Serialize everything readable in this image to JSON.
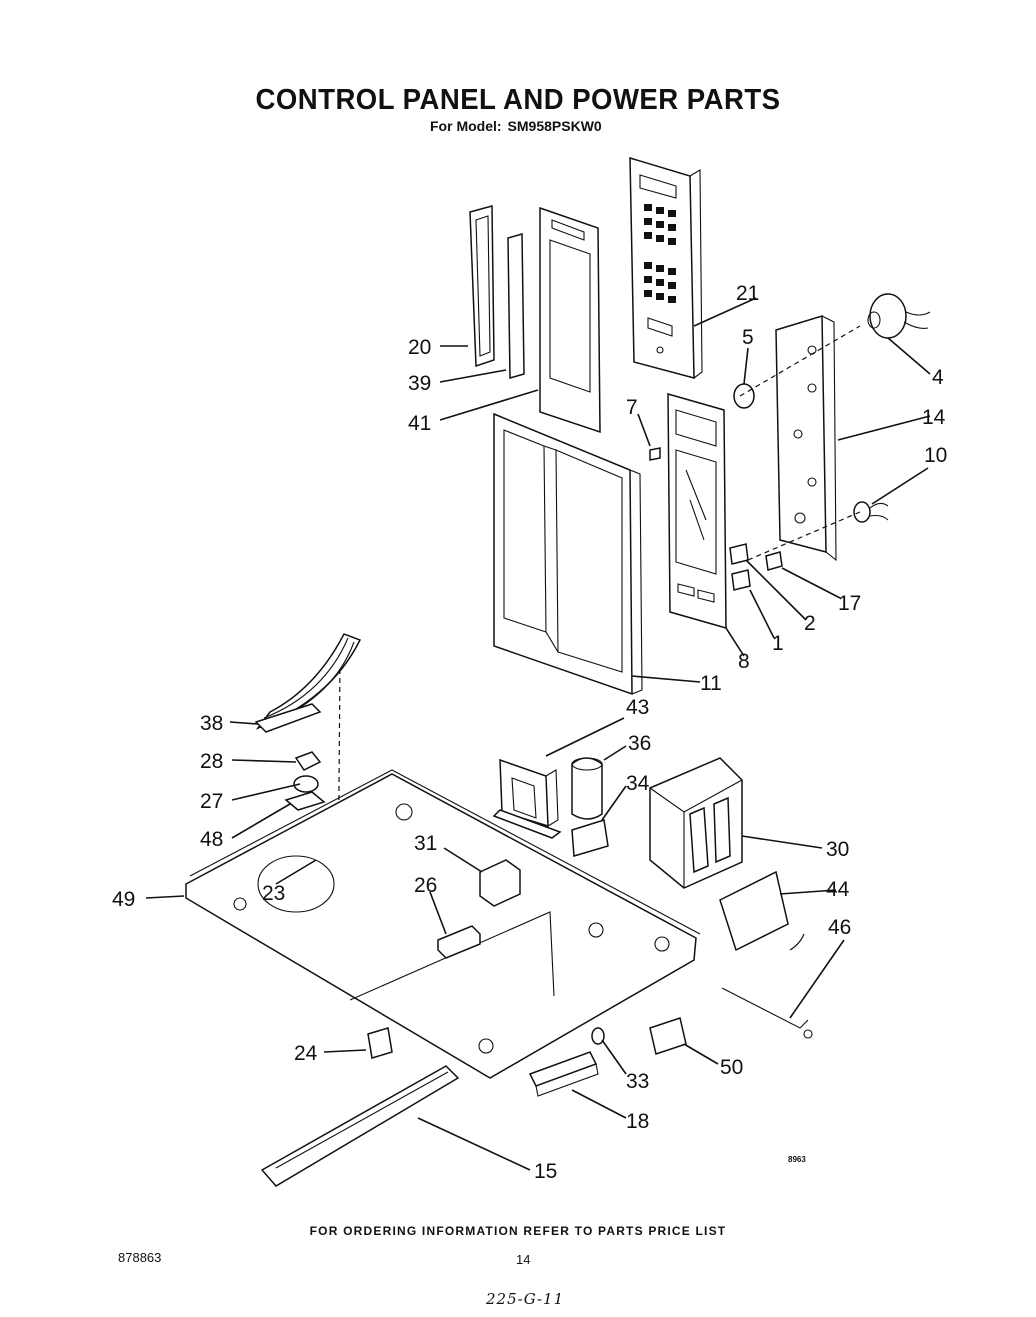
{
  "header": {
    "title": "CONTROL PANEL AND POWER PARTS",
    "subtitle_prefix": "For Model:",
    "model": "SM958PSKW0"
  },
  "footer": {
    "ordering_note": "FOR ORDERING INFORMATION REFER TO PARTS PRICE LIST",
    "doc_number": "878863",
    "page_number": "14",
    "handwritten_note": "225-G-11",
    "drawing_code": "8963"
  },
  "callouts": [
    "20",
    "39",
    "41",
    "21",
    "5",
    "4",
    "14",
    "7",
    "10",
    "17",
    "2",
    "1",
    "8",
    "11",
    "38",
    "43",
    "36",
    "28",
    "34",
    "27",
    "48",
    "31",
    "30",
    "44",
    "26",
    "23",
    "49",
    "46",
    "24",
    "50",
    "33",
    "18",
    "15"
  ]
}
